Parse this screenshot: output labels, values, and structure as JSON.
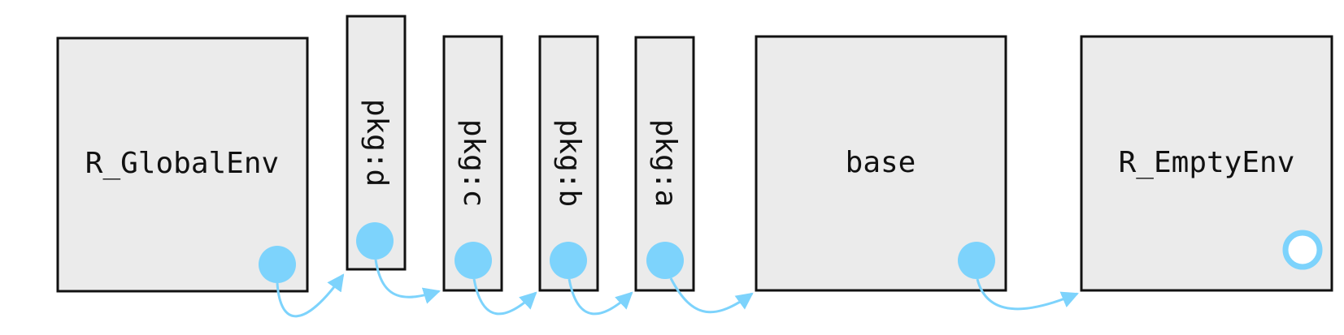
{
  "colors": {
    "box_fill": "#ebebeb",
    "box_stroke": "#111111",
    "accent": "#7dd3fc"
  },
  "envs": {
    "global": {
      "label": "R_GlobalEnv"
    },
    "pkg_d": {
      "label": "pkg:d"
    },
    "pkg_c": {
      "label": "pkg:c"
    },
    "pkg_b": {
      "label": "pkg:b"
    },
    "pkg_a": {
      "label": "pkg:a"
    },
    "base": {
      "label": "base"
    },
    "empty": {
      "label": "R_EmptyEnv"
    }
  }
}
